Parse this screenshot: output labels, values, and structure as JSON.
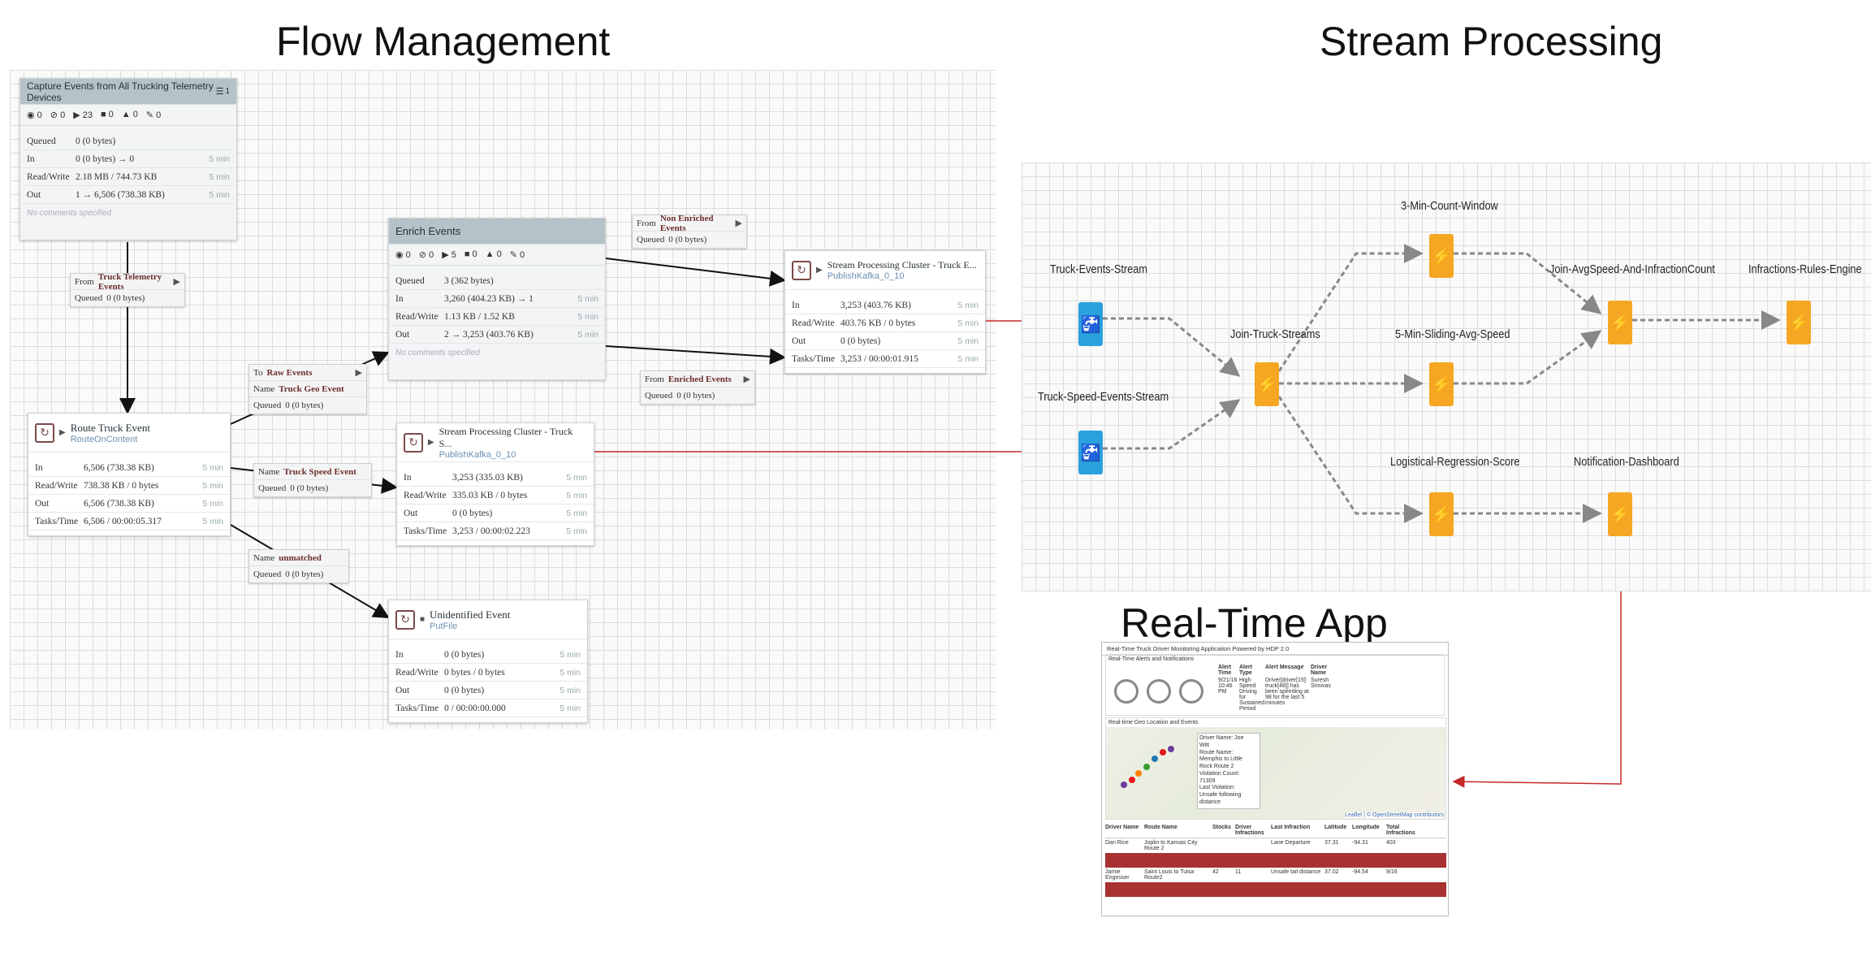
{
  "titles": {
    "flow": "Flow Management",
    "stream": "Stream Processing",
    "app": "Real-Time App"
  },
  "group": {
    "title": "Capture Events from All Trucking Telemetry Devices",
    "badge": "1",
    "stats": [
      "0",
      "0",
      "23",
      "0",
      "0",
      "0"
    ],
    "rows": [
      {
        "k": "Queued",
        "v": "0 (0 bytes)",
        "t": ""
      },
      {
        "k": "In",
        "v": "0 (0 bytes) → 0",
        "t": "5 min"
      },
      {
        "k": "Read/Write",
        "v": "2.18 MB / 744.73 KB",
        "t": "5 min"
      },
      {
        "k": "Out",
        "v": "1 → 6,506 (738.38 KB)",
        "t": "5 min"
      }
    ],
    "note": "No comments specified"
  },
  "enrich": {
    "title": "Enrich Events",
    "stats": [
      "0",
      "0",
      "5",
      "0",
      "0",
      "0"
    ],
    "rows": [
      {
        "k": "Queued",
        "v": "3 (362 bytes)",
        "t": ""
      },
      {
        "k": "In",
        "v": "3,260 (404.23 KB) → 1",
        "t": "5 min"
      },
      {
        "k": "Read/Write",
        "v": "1.13 KB / 1.52 KB",
        "t": "5 min"
      },
      {
        "k": "Out",
        "v": "2 → 3,253 (403.76 KB)",
        "t": "5 min"
      }
    ],
    "note": "No comments specified"
  },
  "route": {
    "name": "Route Truck Event",
    "type": "RouteOnContent",
    "rows": [
      {
        "k": "In",
        "v": "6,506 (738.38 KB)",
        "t": "5 min"
      },
      {
        "k": "Read/Write",
        "v": "738.38 KB / 0 bytes",
        "t": "5 min"
      },
      {
        "k": "Out",
        "v": "6,506 (738.38 KB)",
        "t": "5 min"
      },
      {
        "k": "Tasks/Time",
        "v": "6,506 / 00:00:05.317",
        "t": "5 min"
      }
    ]
  },
  "spc_e": {
    "name": "Stream Processing Cluster - Truck E...",
    "type": "PublishKafka_0_10",
    "rows": [
      {
        "k": "In",
        "v": "3,253 (403.76 KB)",
        "t": "5 min"
      },
      {
        "k": "Read/Write",
        "v": "403.76 KB / 0 bytes",
        "t": "5 min"
      },
      {
        "k": "Out",
        "v": "0 (0 bytes)",
        "t": "5 min"
      },
      {
        "k": "Tasks/Time",
        "v": "3,253 / 00:00:01.915",
        "t": "5 min"
      }
    ]
  },
  "spc_s": {
    "name": "Stream Processing Cluster - Truck S...",
    "type": "PublishKafka_0_10",
    "rows": [
      {
        "k": "In",
        "v": "3,253 (335.03 KB)",
        "t": "5 min"
      },
      {
        "k": "Read/Write",
        "v": "335.03 KB / 0 bytes",
        "t": "5 min"
      },
      {
        "k": "Out",
        "v": "0 (0 bytes)",
        "t": "5 min"
      },
      {
        "k": "Tasks/Time",
        "v": "3,253 / 00:00:02.223",
        "t": "5 min"
      }
    ]
  },
  "unid": {
    "name": "Unidentified Event",
    "type": "PutFile",
    "rows": [
      {
        "k": "In",
        "v": "0 (0 bytes)",
        "t": "5 min"
      },
      {
        "k": "Read/Write",
        "v": "0 bytes / 0 bytes",
        "t": "5 min"
      },
      {
        "k": "Out",
        "v": "0 (0 bytes)",
        "t": "5 min"
      },
      {
        "k": "Tasks/Time",
        "v": "0 / 00:00:00.000",
        "t": "5 min"
      }
    ]
  },
  "conns": {
    "telemetry": {
      "a": "From",
      "b": "Truck Telemetry Events",
      "q": "Queued",
      "qv": "0 (0 bytes)"
    },
    "nonenriched": {
      "a": "From",
      "b": "Non Enriched Events",
      "q": "Queued",
      "qv": "0 (0 bytes)"
    },
    "enriched": {
      "a": "From",
      "b": "Enriched Events",
      "q": "Queued",
      "qv": "0 (0 bytes)"
    },
    "raw": {
      "a": "To",
      "b": "Raw Events",
      "n": "Name",
      "nv": "Truck Geo Event",
      "q": "Queued",
      "qv": "0 (0 bytes)"
    },
    "speed": {
      "n": "Name",
      "nv": "Truck Speed Event",
      "q": "Queued",
      "qv": "0 (0 bytes)"
    },
    "unmatched": {
      "n": "Name",
      "nv": "unmatched",
      "q": "Queued",
      "qv": "0 (0 bytes)"
    }
  },
  "stream_nodes": {
    "tes": "Truck-Events-Stream",
    "tses": "Truck-Speed-Events-Stream",
    "join": "Join-Truck-Streams",
    "w3": "3-Min-Count-Window",
    "w5": "5-Min-Sliding-Avg-Speed",
    "lrs": "Logistical-Regression-Score",
    "javg": "Join-AvgSpeed-And-InfractionCount",
    "ire": "Infractions-Rules-Engine",
    "nd": "Notification-Dashboard"
  },
  "colors": {
    "source": "#2aa0dc",
    "processor": "#f5a623",
    "link": "#c62828"
  },
  "app": {
    "header": "Real-Time Truck Driver Monitoring Application Powered by HDP 2.0",
    "alerts_title": "Real-Time Alerts and Notifications",
    "map_title": "Real-time Geo Location and Events",
    "attribution": "Leaflet | © OpenStreetMap contributors",
    "alert_cols": [
      "Alert Time",
      "Alert Type",
      "Alert Message",
      "Driver Name"
    ],
    "alert_row": [
      "9/21/16 10:46 PM",
      "High Speed Driving for Sustained Period",
      "Driver[driver[15]: truck[48]] has been speeding at 98 for the last 5 minutes",
      "Suresh Srinivas"
    ],
    "popup": [
      "Driver Name: Joe",
      "Witt",
      "Route Name:",
      "Memphis to Little",
      "Rock Route 2",
      "Violation Count:",
      "71309",
      "Last Violation:",
      "Unsafe following",
      "distance"
    ],
    "table_cols": [
      "Driver Name",
      "Route Name",
      "Stocks",
      "Driver Infractions",
      "Last Infraction",
      "Latitude",
      "Longitude",
      "Total Infractions"
    ],
    "table_rows": [
      [
        "Dan Rice",
        "Joplin to Kansas City Route 2",
        "",
        "",
        "Lane Departure",
        "37.31",
        "-94.31",
        "403"
      ],
      [
        "Jamie Engesser",
        "Saint Louis to Tulsa Route2",
        "42",
        "11",
        "Unsafe tail distance",
        "37.02",
        "-94.54",
        "9/16"
      ]
    ]
  }
}
